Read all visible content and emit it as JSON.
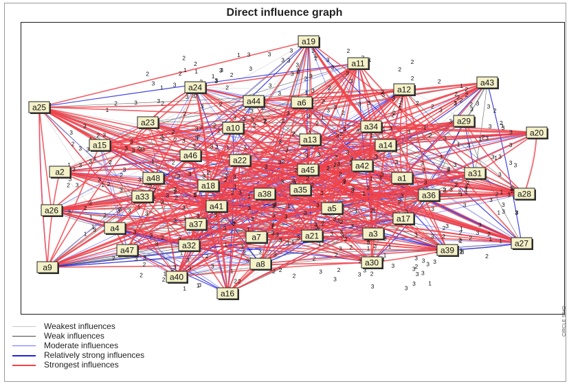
{
  "title": "Direct influence graph",
  "side_text": "CIRCLE SIHO",
  "colors": {
    "weakest": "#c8c8c8",
    "weak": "#444444",
    "moderate": "#6a6aff",
    "relatively_strong": "#2222dd",
    "strongest": "#f0424a",
    "node_fill": "#f4f1c8"
  },
  "legend": [
    {
      "label": "Weakest influences",
      "color": "#c8c8c8",
      "width": 1
    },
    {
      "label": "Weak influences",
      "color": "#444444",
      "width": 1
    },
    {
      "label": "Moderate influences",
      "color": "#6a6aff",
      "width": 1
    },
    {
      "label": "Relatively strong influences",
      "color": "#2222dd",
      "width": 2
    },
    {
      "label": "Strongest influences",
      "color": "#f0424a",
      "width": 2.5
    }
  ],
  "nodes": [
    {
      "id": "a19"
    },
    {
      "id": "a11"
    },
    {
      "id": "a43"
    },
    {
      "id": "a12"
    },
    {
      "id": "a24"
    },
    {
      "id": "a44"
    },
    {
      "id": "a6"
    },
    {
      "id": "a25"
    },
    {
      "id": "a23"
    },
    {
      "id": "a10"
    },
    {
      "id": "a34"
    },
    {
      "id": "a29"
    },
    {
      "id": "a20"
    },
    {
      "id": "a15"
    },
    {
      "id": "a13"
    },
    {
      "id": "a14"
    },
    {
      "id": "a46"
    },
    {
      "id": "a22"
    },
    {
      "id": "a42"
    },
    {
      "id": "a2"
    },
    {
      "id": "a45"
    },
    {
      "id": "a31"
    },
    {
      "id": "a48"
    },
    {
      "id": "a1"
    },
    {
      "id": "a18"
    },
    {
      "id": "a38"
    },
    {
      "id": "a35"
    },
    {
      "id": "a28"
    },
    {
      "id": "a33"
    },
    {
      "id": "a36"
    },
    {
      "id": "a26"
    },
    {
      "id": "a41"
    },
    {
      "id": "a5"
    },
    {
      "id": "a17"
    },
    {
      "id": "a4"
    },
    {
      "id": "a37"
    },
    {
      "id": "a3"
    },
    {
      "id": "a21"
    },
    {
      "id": "a7"
    },
    {
      "id": "a27"
    },
    {
      "id": "a47"
    },
    {
      "id": "a32"
    },
    {
      "id": "a39"
    },
    {
      "id": "a9"
    },
    {
      "id": "a8"
    },
    {
      "id": "a30"
    },
    {
      "id": "a40"
    },
    {
      "id": "a16"
    }
  ]
}
